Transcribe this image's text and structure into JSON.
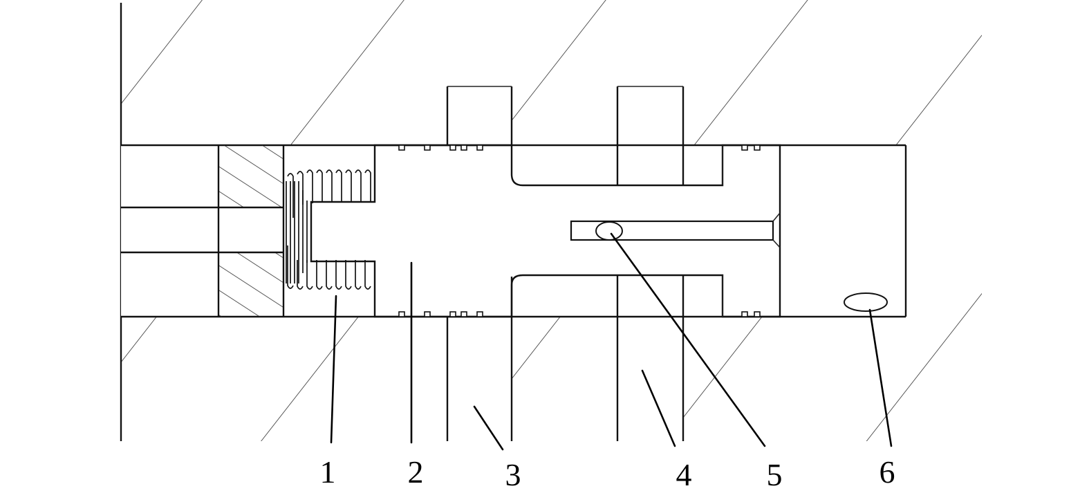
{
  "colors": {
    "line": "#111111",
    "background": "#ffffff"
  },
  "callouts": [
    {
      "id": "1",
      "label": "1"
    },
    {
      "id": "2",
      "label": "2"
    },
    {
      "id": "3",
      "label": "3"
    },
    {
      "id": "4",
      "label": "4"
    },
    {
      "id": "5",
      "label": "5"
    },
    {
      "id": "6",
      "label": "6"
    }
  ]
}
